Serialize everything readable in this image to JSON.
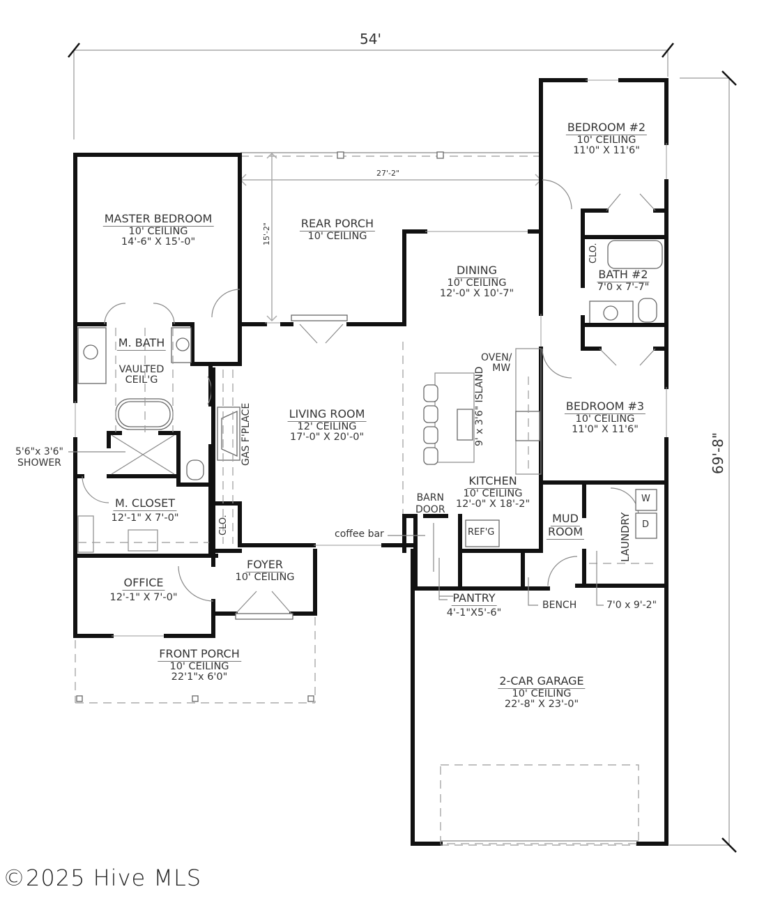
{
  "dimensions": {
    "overall_width": "54'",
    "overall_depth": "69'-8\"",
    "rear_porch_width": "27'-2\"",
    "rear_porch_depth": "15'-2\""
  },
  "rooms": {
    "master_bedroom": {
      "name": "MASTER BEDROOM",
      "ceiling": "10' CEILING",
      "size": "14'-6\" X 15'-0\""
    },
    "rear_porch": {
      "name": "REAR PORCH",
      "ceiling": "10' CEILING"
    },
    "bedroom2": {
      "name": "BEDROOM #2",
      "ceiling": "10' CEILING",
      "size": "11'0\" X 11'6\""
    },
    "dining": {
      "name": "DINING",
      "ceiling": "10' CEILING",
      "size": "12'-0\" X 10'-7\""
    },
    "bath2": {
      "name": "BATH #2",
      "size": "7'0 x 7'-7\""
    },
    "master_bath": {
      "name": "M. BATH",
      "note": "VAULTED",
      "note2": "CEIL'G"
    },
    "living_room": {
      "name": "LIVING ROOM",
      "ceiling": "12' CEILING",
      "size": "17'-0\" X 20'-0\""
    },
    "bedroom3": {
      "name": "BEDROOM #3",
      "ceiling": "10' CEILING",
      "size": "11'0\" X 11'6\""
    },
    "kitchen": {
      "name": "KITCHEN",
      "ceiling": "10' CEILING",
      "size": "12'-0\" X 18'-2\""
    },
    "master_closet": {
      "name": "M. CLOSET",
      "size": "12'-1\" X 7'-0\""
    },
    "mud_room": {
      "name": "MUD",
      "name2": "ROOM"
    },
    "office": {
      "name": "OFFICE",
      "size": "12'-1\" X 7'-0\""
    },
    "foyer": {
      "name": "FOYER",
      "ceiling": "10' CEILING"
    },
    "pantry": {
      "name": "PANTRY",
      "size": "4'-1\"X5'-6\""
    },
    "front_porch": {
      "name": "FRONT PORCH",
      "ceiling": "10' CEILING",
      "size": "22'1\"x 6'0\""
    },
    "garage": {
      "name": "2-CAR GARAGE",
      "ceiling": "10' CEILING",
      "size": "22'-8\" X 23'-0\""
    },
    "laundry": {
      "name": "LAUNDRY",
      "size": "7'0 x 9'-2\""
    }
  },
  "annotations": {
    "shower_size": "5'6\"x 3'6\"",
    "shower": "SHOWER",
    "fireplace": "GAS F'PLACE",
    "island": "9' x 3'6\" ISLAND",
    "oven": "OVEN/",
    "oven2": "MW",
    "barn": "BARN",
    "barn2": "DOOR",
    "coffee_bar": "coffee bar",
    "refrigerator": "REF'G",
    "bench": "BENCH",
    "closet": "CLO.",
    "washer": "W",
    "dryer": "D"
  },
  "watermark": "©2025 Hive MLS"
}
